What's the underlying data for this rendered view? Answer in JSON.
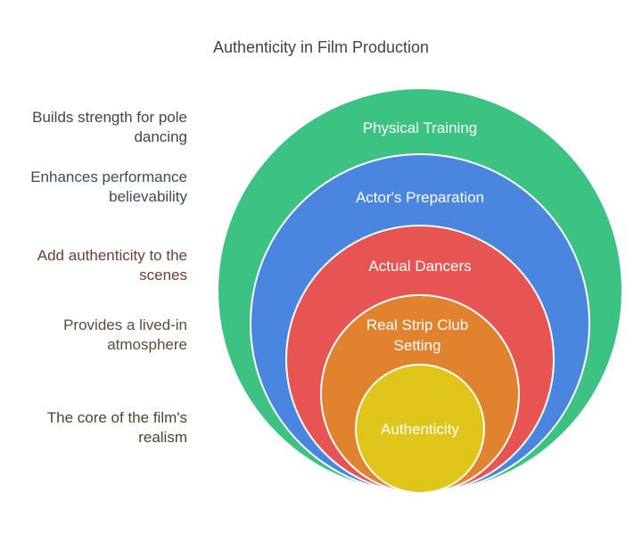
{
  "title": "Authenticity in Film Production",
  "layers": [
    {
      "label": "Physical Training",
      "color": "#3cc283",
      "description": "Builds strength for pole dancing",
      "description_color": "#3b4a44"
    },
    {
      "label": "Actor's Preparation",
      "color": "#4a86e0",
      "description": "Enhances performance believability",
      "description_color": "#3d4a5e"
    },
    {
      "label": "Actual Dancers",
      "color": "#e65454",
      "description": "Add authenticity to the scenes",
      "description_color": "#6b3d36"
    },
    {
      "label_lines": [
        "Real Strip Club",
        "Setting"
      ],
      "color": "#e0822e",
      "description": "Provides a lived-in atmosphere",
      "description_color": "#5e4a3c"
    },
    {
      "label": "Authenticity",
      "color": "#e0c61b",
      "description": "The core of the film's realism",
      "description_color": "#4a4430"
    }
  ]
}
